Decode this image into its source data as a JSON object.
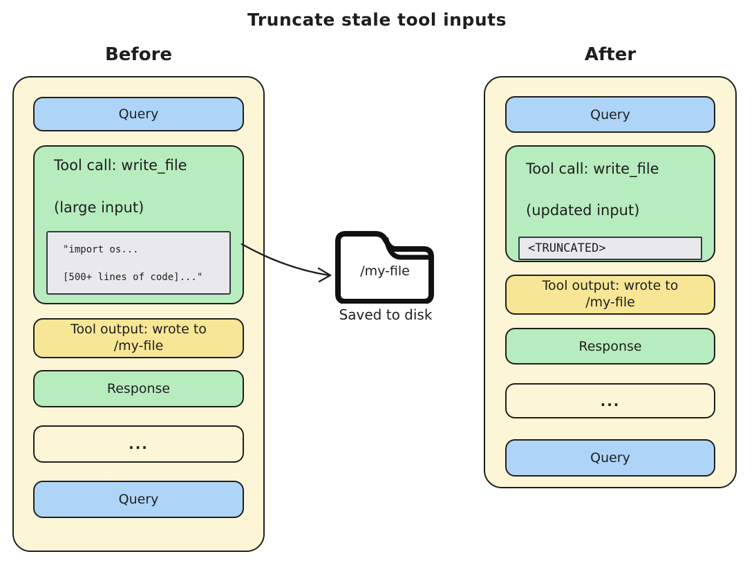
{
  "title": "Truncate stale tool inputs",
  "before": {
    "heading": "Before",
    "query_top": "Query",
    "tool_call": {
      "line1": "Tool call: write_file",
      "line2": "(large input)",
      "code_line1": "\"import os...",
      "code_line2": "[500+ lines of code]...\""
    },
    "tool_output": "Tool output: wrote to /my-file",
    "response": "Response",
    "ellipsis": "...",
    "query_bottom": "Query"
  },
  "middle": {
    "folder_label": "/my-file",
    "caption": "Saved to disk"
  },
  "after": {
    "heading": "After",
    "query_top": "Query",
    "tool_call": {
      "line1": "Tool call: write_file",
      "line2": "(updated input)",
      "truncated": "<TRUNCATED>"
    },
    "tool_output": "Tool output: wrote to /my-file",
    "response": "Response",
    "ellipsis": "...",
    "query_bottom": "Query"
  },
  "colors": {
    "panel_fill": "#fcf6d7",
    "blue_fill": "#aed5f7",
    "green_fill": "#b7ecbe",
    "yellow_fill": "#f6e696",
    "gray_fill": "#e9e9ed",
    "stroke": "#1e1e1e"
  }
}
